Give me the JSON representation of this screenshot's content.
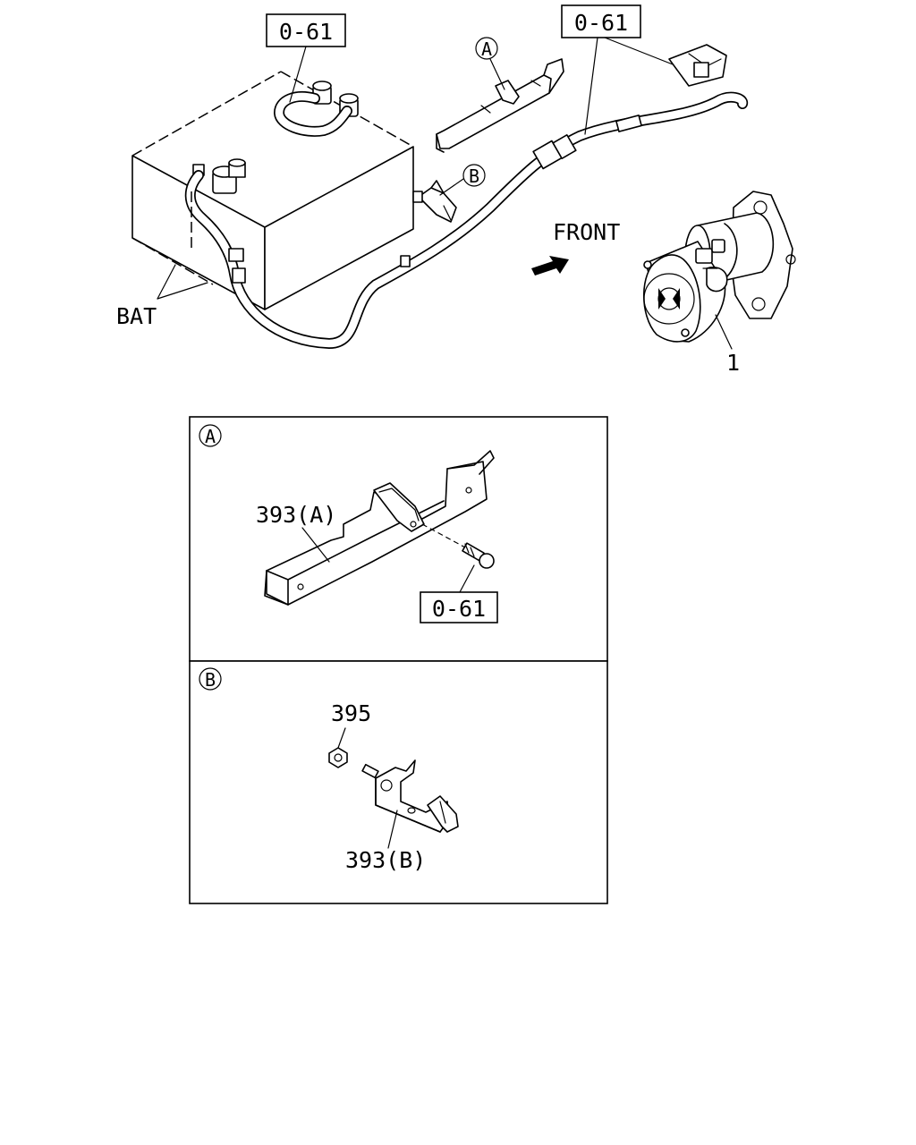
{
  "labels": {
    "ref_top_left": "0-61",
    "ref_top_right": "0-61",
    "callout_a": "A",
    "callout_b": "B",
    "front": "FRONT",
    "bat": "BAT",
    "part_1": "1"
  },
  "panel_a": {
    "badge": "A",
    "part_label": "393(A)",
    "ref": "0-61"
  },
  "panel_b": {
    "badge": "B",
    "nut_label": "395",
    "part_label": "393(B)"
  }
}
